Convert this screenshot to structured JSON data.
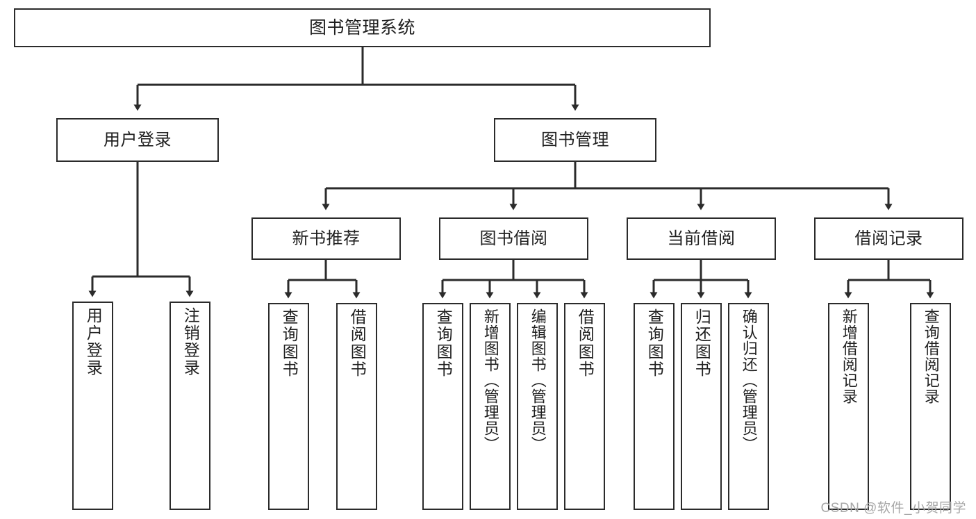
{
  "diagram": {
    "type": "tree-hierarchy-chart",
    "title": "图书管理系统",
    "orientation": "top-down",
    "line_color": "#2b2b2b",
    "box_fill": "#ffffff",
    "box_border": "#2b2b2b",
    "watermark": "CSDN @软件_小贺同学"
  },
  "nodes": {
    "root": {
      "label": "图书管理系统"
    },
    "level2": [
      {
        "label": "用户登录"
      },
      {
        "label": "图书管理"
      }
    ],
    "level3": [
      {
        "label": "新书推荐"
      },
      {
        "label": "图书借阅"
      },
      {
        "label": "当前借阅"
      },
      {
        "label": "借阅记录"
      }
    ],
    "leaves": {
      "user_login": [
        {
          "label": "用户登录"
        },
        {
          "label": "注销登录"
        }
      ],
      "new_book_recommend": [
        {
          "label": "查询图书"
        },
        {
          "label": "借阅图书"
        }
      ],
      "book_borrow": [
        {
          "label": "查询图书"
        },
        {
          "label": "新增图书（管理员）"
        },
        {
          "label": "编辑图书（管理员）"
        },
        {
          "label": "借阅图书"
        }
      ],
      "current_borrow": [
        {
          "label": "查询图书"
        },
        {
          "label": "归还图书"
        },
        {
          "label": "确认归还（管理员）"
        }
      ],
      "borrow_records": [
        {
          "label": "新增借阅记录"
        },
        {
          "label": "查询借阅记录"
        }
      ]
    }
  }
}
